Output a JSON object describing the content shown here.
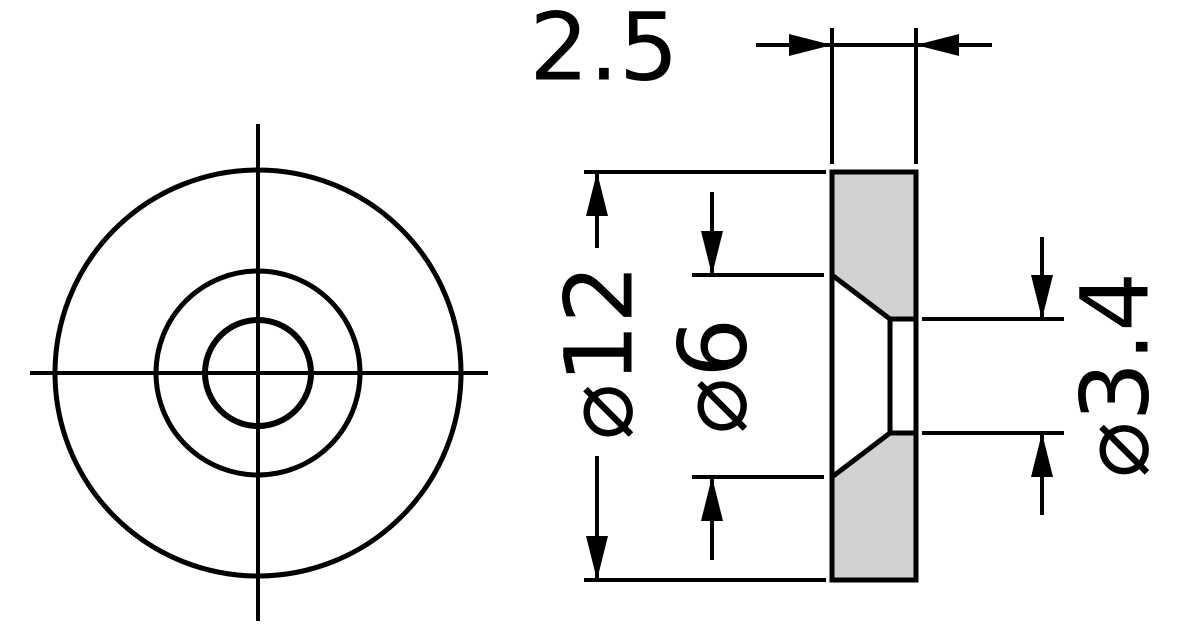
{
  "drawing": {
    "labels": {
      "thickness": "2.5",
      "outer_diameter": "⌀12",
      "countersink_diameter": "⌀6",
      "hole_diameter": "⌀3.4"
    },
    "values": {
      "thickness": 2.5,
      "outer_diameter": 12,
      "countersink_diameter": 6,
      "hole_diameter": 3.4
    },
    "colors": {
      "line": "#000000",
      "section_fill": "#d2d2d2",
      "background": "#ffffff"
    }
  }
}
